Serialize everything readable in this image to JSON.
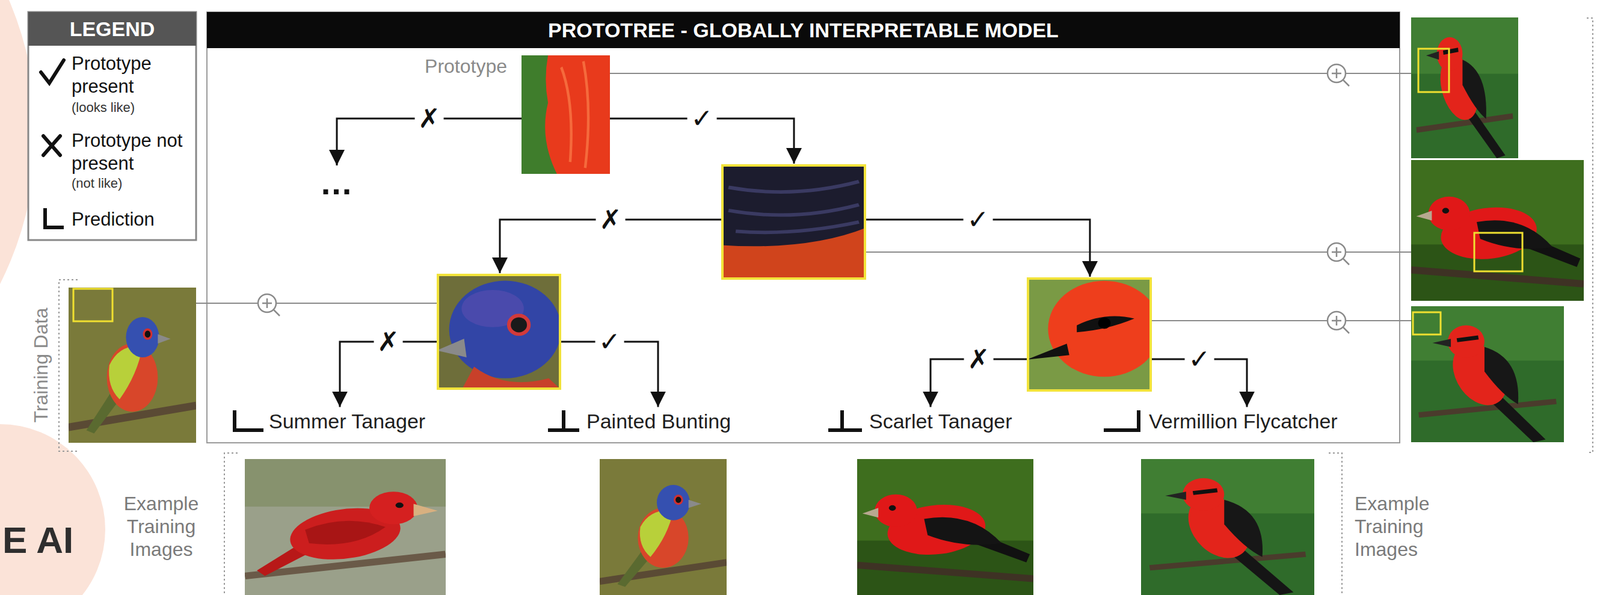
{
  "diagram": {
    "title": "PROTOTREE - GLOBALLY INTERPRETABLE MODEL",
    "nodes": [
      {
        "text": [
          "Prototype"
        ]
      },
      {
        "text": [
          "..."
        ]
      },
      {
        "text": []
      },
      {
        "text": []
      },
      {
        "text": []
      },
      {
        "text": [
          "Summer Tanager"
        ]
      },
      {
        "text": [
          "Painted Bunting"
        ]
      },
      {
        "text": [
          "Scarlet Tanager"
        ]
      },
      {
        "text": [
          "Vermillion Flycatcher"
        ]
      }
    ],
    "edges": [
      {
        "from": 0,
        "to": 1,
        "label": "✗",
        "arrow": "to"
      },
      {
        "from": 0,
        "to": 2,
        "label": "✓",
        "arrow": "to"
      },
      {
        "from": 2,
        "to": 3,
        "label": "✗",
        "arrow": "to"
      },
      {
        "from": 2,
        "to": 4,
        "label": "✓",
        "arrow": "to"
      },
      {
        "from": 3,
        "to": 5,
        "label": "✗",
        "arrow": "to"
      },
      {
        "from": 3,
        "to": 6,
        "label": "✓",
        "arrow": "to"
      },
      {
        "from": 4,
        "to": 7,
        "label": "✗",
        "arrow": "to"
      },
      {
        "from": 4,
        "to": 8,
        "label": "✓",
        "arrow": "to"
      }
    ],
    "labels": [
      "LEGEND",
      "(looks like)",
      "(not like)",
      "Training Data",
      "Example Training Images",
      "Example Training Images",
      "E AI"
    ],
    "legend": [
      {
        "text": "Prototype present"
      },
      {
        "text": "Prototype not present"
      },
      {
        "text": "Prediction"
      }
    ]
  }
}
